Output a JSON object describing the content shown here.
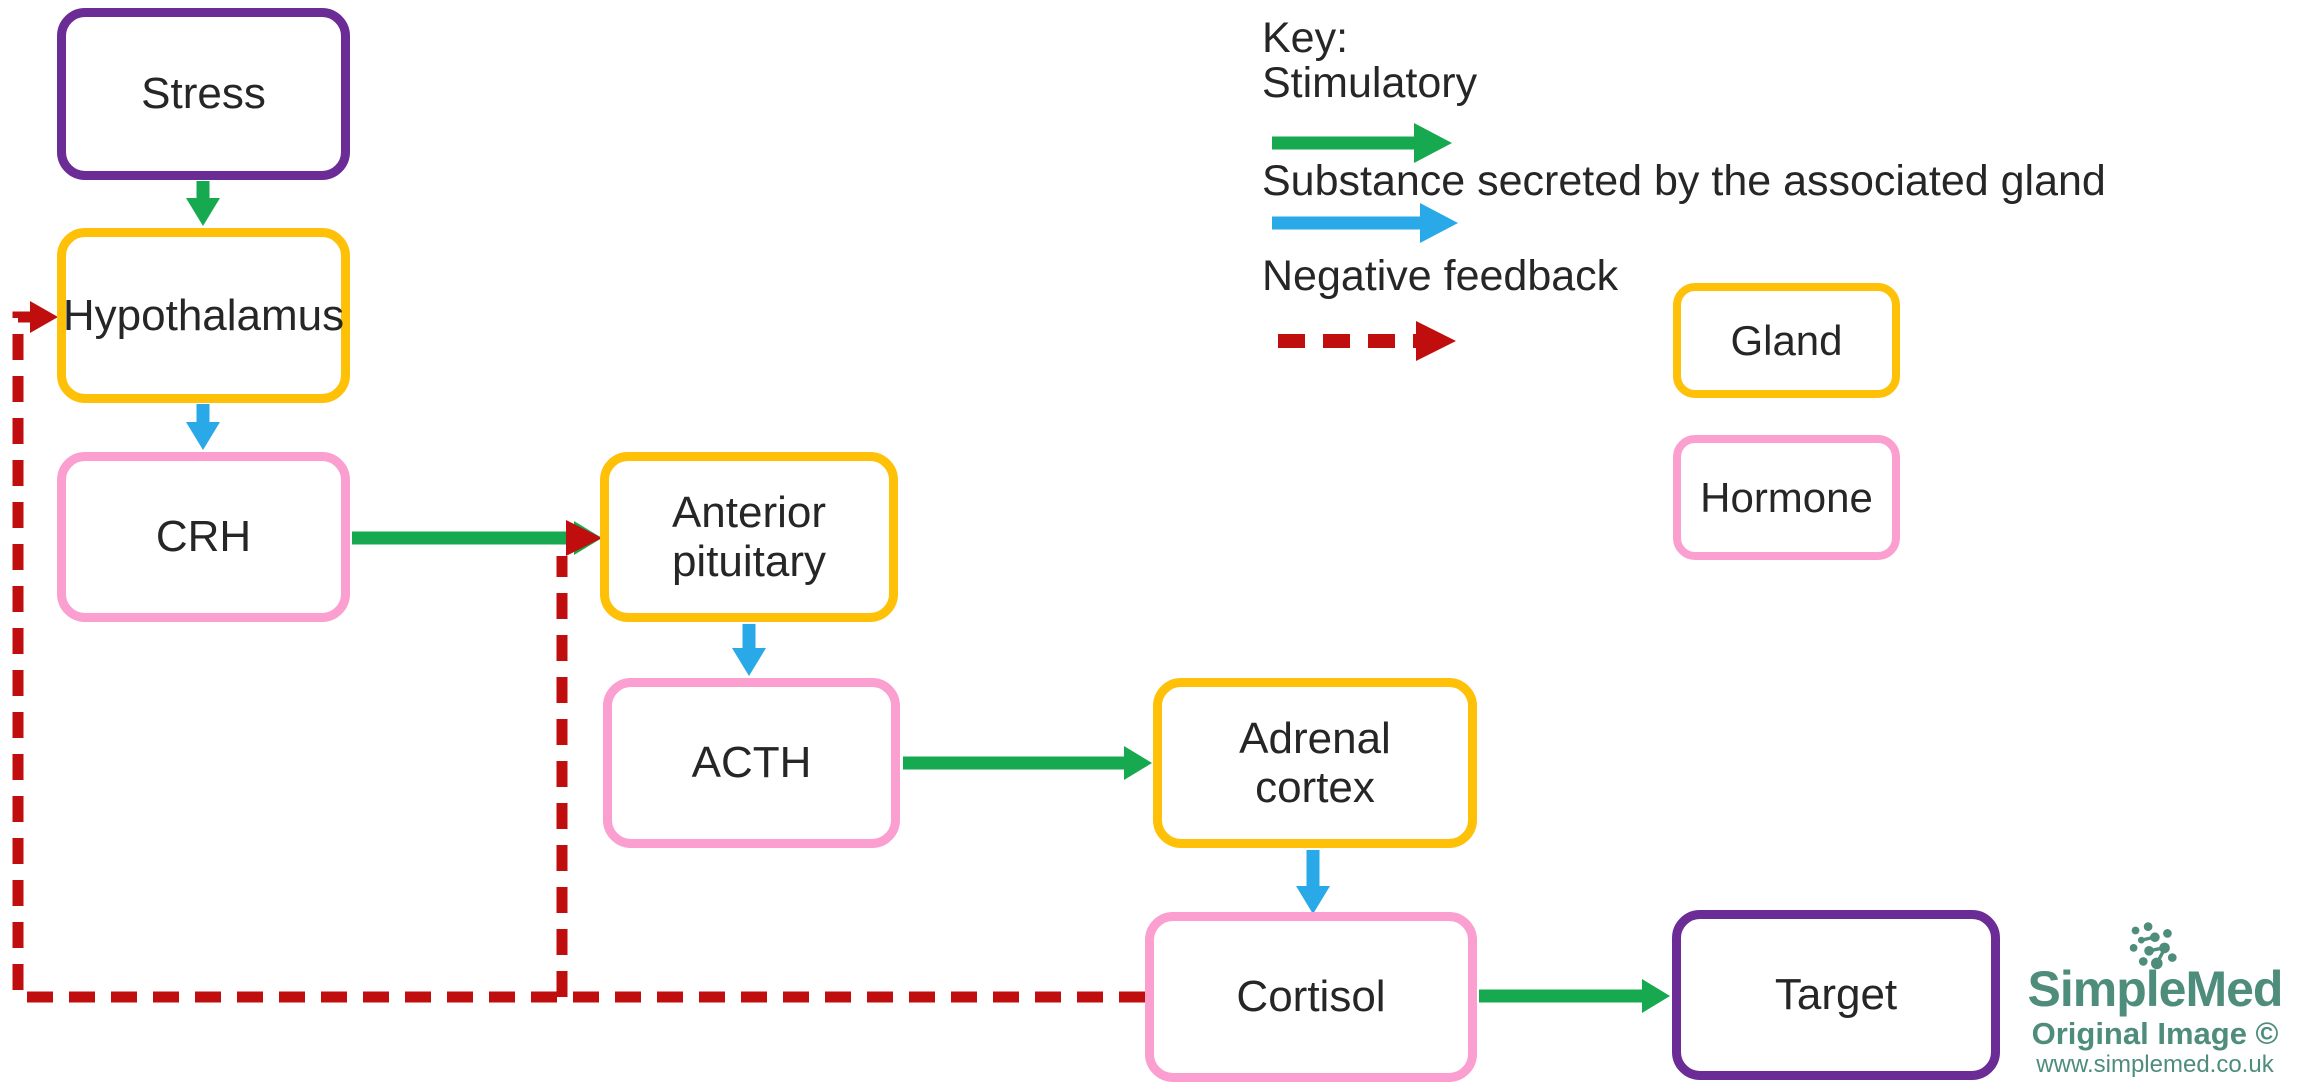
{
  "diagram": {
    "nodes": [
      {
        "id": "stress",
        "label": "Stress",
        "type": "endpoint"
      },
      {
        "id": "hypothalamus",
        "label": "Hypothalamus",
        "type": "gland"
      },
      {
        "id": "crh",
        "label": "CRH",
        "type": "hormone"
      },
      {
        "id": "anterior_pituitary",
        "label": "Anterior pituitary",
        "type": "gland"
      },
      {
        "id": "acth",
        "label": "ACTH",
        "type": "hormone"
      },
      {
        "id": "adrenal_cortex",
        "label": "Adrenal cortex",
        "type": "gland"
      },
      {
        "id": "cortisol",
        "label": "Cortisol",
        "type": "hormone"
      },
      {
        "id": "target",
        "label": "Target",
        "type": "endpoint"
      }
    ],
    "edges": [
      {
        "from": "stress",
        "to": "hypothalamus",
        "type": "stimulatory"
      },
      {
        "from": "hypothalamus",
        "to": "crh",
        "type": "secretion"
      },
      {
        "from": "crh",
        "to": "anterior_pituitary",
        "type": "stimulatory"
      },
      {
        "from": "anterior_pituitary",
        "to": "acth",
        "type": "secretion"
      },
      {
        "from": "acth",
        "to": "adrenal_cortex",
        "type": "stimulatory"
      },
      {
        "from": "adrenal_cortex",
        "to": "cortisol",
        "type": "secretion"
      },
      {
        "from": "cortisol",
        "to": "target",
        "type": "stimulatory"
      },
      {
        "from": "cortisol",
        "to": "hypothalamus",
        "type": "negative_feedback"
      },
      {
        "from": "cortisol",
        "to": "anterior_pituitary",
        "type": "negative_feedback"
      }
    ]
  },
  "key": {
    "title": "Key:",
    "items": [
      {
        "label": "Stimulatory",
        "arrow": "green-solid-arrow"
      },
      {
        "label": "Substance secreted by the associated gland",
        "arrow": "blue-solid-arrow"
      },
      {
        "label": "Negative feedback",
        "arrow": "red-dashed-arrow"
      }
    ],
    "gland_label": "Gland",
    "hormone_label": "Hormone"
  },
  "watermark": {
    "brand": "SimpleMed",
    "line2": "Original Image ©",
    "line3": "www.simplemed.co.uk"
  },
  "colors": {
    "stimulatory": "#17A94F",
    "secretion": "#29A9E8",
    "negative_feedback": "#C00D0D",
    "gland_border": "#FFC008",
    "hormone_border": "#FA9FCF",
    "endpoint_border": "#6B2C96",
    "text": "#262626",
    "brand_teal": "#4E8C7B",
    "background": "#FFFFFF"
  }
}
